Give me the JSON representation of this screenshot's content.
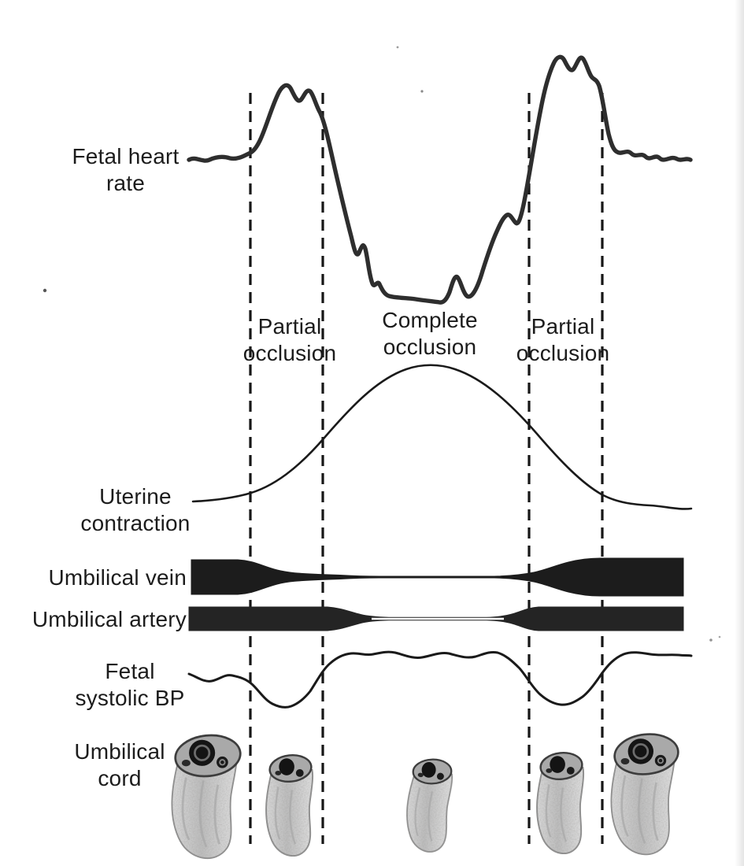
{
  "figure": {
    "colors": {
      "background": "#ffffff",
      "ink": "#1c1c1c",
      "trace": "#2e2e2e",
      "vessel_fill": "#1e1e1e"
    },
    "row_labels": {
      "fetal_heart_rate": "Fetal heart rate",
      "uterine_contraction": "Uterine contraction",
      "umbilical_vein": "Umbilical vein",
      "umbilical_artery": "Umbilical artery",
      "fetal_systolic_bp": "Fetal systolic BP",
      "umbilical_cord": "Umbilical cord"
    },
    "phase_labels": {
      "partial_left": "Partial occlusion",
      "complete": "Complete occlusion",
      "partial_right": "Partial occlusion"
    },
    "cord_states": [
      "open-large",
      "partially-compressed",
      "fully-compressed",
      "partially-compressed",
      "open-large"
    ]
  }
}
